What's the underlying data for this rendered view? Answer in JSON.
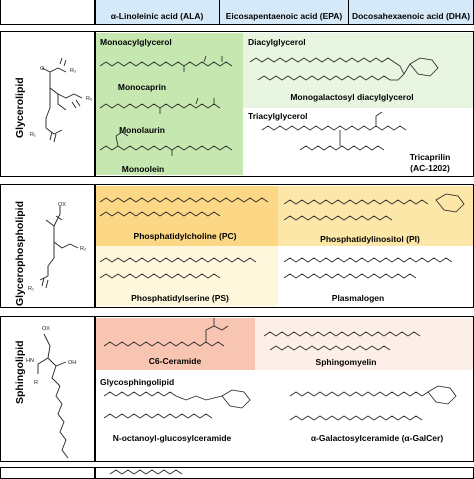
{
  "colors": {
    "row_fatty": "#d6e9f8",
    "green": "#c6e8b0",
    "pale_green": "#e8f5e0",
    "orange": "#fcd785",
    "pale_orange": "#fef7dc",
    "salmon": "#f7c5b2",
    "pale_salmon": "#fdeee8",
    "border": "#000000"
  },
  "top_row": {
    "labels": [
      "α-Linoleinic acid (ALA)",
      "Eicosapentaenoic acid (EPA)",
      "Docosahexaenoic acid (DHA)"
    ]
  },
  "glycerolipid": {
    "class_name": "Glycerolipid",
    "backbone_atoms": {
      "r1": "R₁",
      "r2": "R₂",
      "r3": "R₃"
    },
    "monoacylglycerol": {
      "header": "Monoacylglycerol",
      "items": [
        "Monocaprin",
        "Monolaurin",
        "Monoolein"
      ]
    },
    "diacylglycerol": {
      "header": "Diacylglycerol",
      "item": "Monogalactosyl diacylglycerol"
    },
    "triacylglycerol": {
      "header": "Triacylglycerol",
      "item_line1": "Tricaprilin",
      "item_line2": "(AC-1202)"
    }
  },
  "glycerophospholipid": {
    "class_name": "Glycerophospholipid",
    "backbone_atoms": {
      "ox": "OX",
      "r1": "R₁",
      "r2": "R₂"
    },
    "items": [
      "Phosphatidylcholine (PC)",
      "Phosphatidylinositol (PI)",
      "Phosphatidylserine (PS)",
      "Plasmalogen"
    ]
  },
  "sphingolipid": {
    "class_name": "Sphingolipid",
    "backbone_atoms": {
      "ox": "OX",
      "oh": "OH",
      "hn": "HN",
      "r": "R"
    },
    "items": [
      "C6-Ceramide",
      "Sphingomyelin"
    ],
    "glyco_header": "Glycosphingolipid",
    "glyco_items": [
      "N-octanoyl-glucosylceramide",
      "α-Galactosylceramide (α-GalCer)"
    ]
  }
}
